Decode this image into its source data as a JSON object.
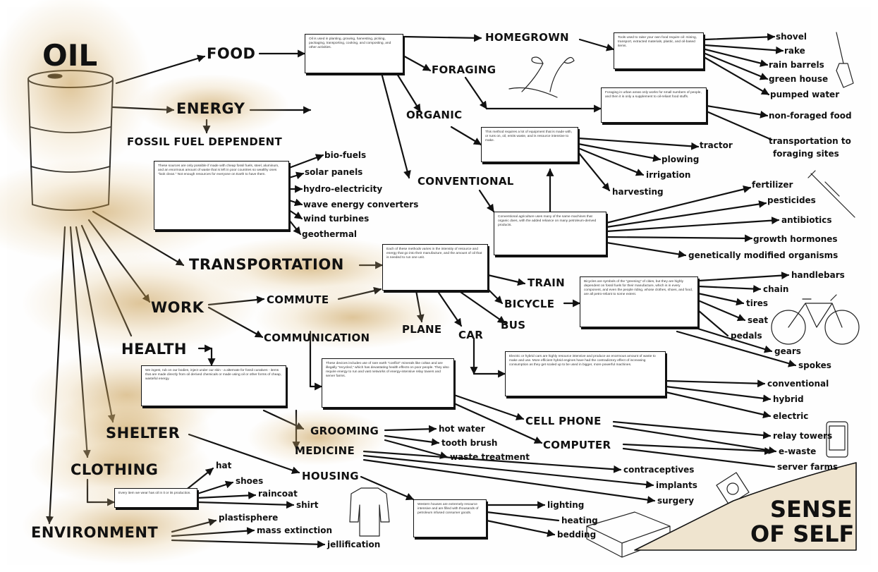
{
  "title": "OIL",
  "corner_label": [
    "SENSE",
    "OF SELF"
  ],
  "nodes": {
    "food": "FOOD",
    "energy": "ENERGY",
    "fossil_fuel": "FOSSIL FUEL",
    "fossil_fuel_dependent": "FOSSIL FUEL DEPENDENT",
    "homegrown": "HOMEGROWN",
    "foraging": "FORAGING",
    "organic": "ORGANIC",
    "conventional_ag": "CONVENTIONAL",
    "transportation": "TRANSPORTATION",
    "work": "WORK",
    "commute": "COMMUTE",
    "communication": "COMMUNICATION",
    "train": "TRAIN",
    "bicycle": "BICYCLE",
    "plane": "PLANE",
    "car": "CAR",
    "bus": "BUS",
    "health": "HEALTH",
    "shelter": "SHELTER",
    "clothing": "CLOTHING",
    "environment": "ENVIRONMENT",
    "grooming": "GROOMING",
    "medicine": "MEDICINE",
    "housing": "HOUSING",
    "cell_phone": "CELL PHONE",
    "computer": "COMPUTER"
  },
  "leaves": {
    "homegrown": [
      "shovel",
      "rake",
      "rain barrels",
      "green house",
      "pumped water"
    ],
    "foraging": [
      "non-foraged food",
      "transportation to",
      "foraging sites"
    ],
    "organic": [
      "tractor",
      "plowing",
      "irrigation",
      "harvesting"
    ],
    "conventional": [
      "fertilizer",
      "pesticides",
      "antibiotics",
      "growth hormones",
      "genetically modified organisms"
    ],
    "energy": [
      "bio-fuels",
      "solar panels",
      "hydro-electricity",
      "wave energy converters",
      "wind turbines",
      "geothermal"
    ],
    "bicycle": [
      "handlebars",
      "chain",
      "tires",
      "seat",
      "pedals",
      "gears",
      "spokes"
    ],
    "car": [
      "conventional",
      "hybrid",
      "electric"
    ],
    "devices": [
      "relay towers",
      "e-waste",
      "server farms"
    ],
    "grooming": [
      "hot water",
      "tooth brush",
      "waste treatment"
    ],
    "medicine": [
      "contraceptives",
      "implants",
      "surgery"
    ],
    "housing": [
      "lighting",
      "heating",
      "bedding"
    ],
    "clothing": [
      "hat",
      "shoes",
      "raincoat",
      "shirt"
    ],
    "environment": [
      "plastisphere",
      "mass extinction",
      "jellification"
    ]
  },
  "notes": {
    "food": "Oil is used in planting, growing, harvesting, picking, packaging, transporting, cooking, and composting, and other activities.",
    "homegrown": "Tools used to raise your own food require oil: mining, transport, extracted materials, plastic, and oil-based items.",
    "foraging": "Foraging in urban areas only works for small numbers of people, and then it is only a supplement to oil-reliant food stuffs.",
    "organic": "This method requires a lot of equipment that is made with, or runs on, oil, emits waste, and is resource intensive to make.",
    "conventional": "Conventional agriculture uses many of the same machines that organic does, with the added reliance on many petroleum-derived products.",
    "energy": "These sources are only possible if made with cheap fossil fuels, steel, aluminum, and an enormous amount of waste that is left in poor countries so wealthy ones \"look clean.\" Not enough resources for everyone on Earth to have them.",
    "transportation": "Each of these methods varies in the intensity of resource and energy that go into their manufacture, and the amount of oil that is needed to run one unit.",
    "bicycle": "Bicycles are symbols of the \"greening\" of cities, but they are highly dependent on fossil fuels for their manufacture, which is in every component, and even the people riding, whose clothes, shoes, and food, are all petro-reliant to some extent.",
    "car": "Electric or hybrid cars are highly resource intensive and produce an enormous amount of waste to make and use. More efficient hybrid engines have had the contradictory effect of increasing consumption as they get scaled up to be used in bigger, more powerful machines.",
    "communication": "These devices includes use of rare earth \"conflict\" minerals like coltan and are illegally \"recycled,\" which has devastating health effects on poor people. They also require energy to run and vast networks of energy-intensive relay towers and server farms.",
    "health": "We ingest, rub on our bodies, inject under our skin - a alternate for fossil curatives - items that are made directly from oil derived chemicals or made using oil or other forms of cheap, wasteful energy.",
    "housing": "Western houses are extremely resource intensive and are filled with thousands of petroleum infused consumer goods.",
    "clothing": "Every item we wear has oil in it or its production."
  }
}
